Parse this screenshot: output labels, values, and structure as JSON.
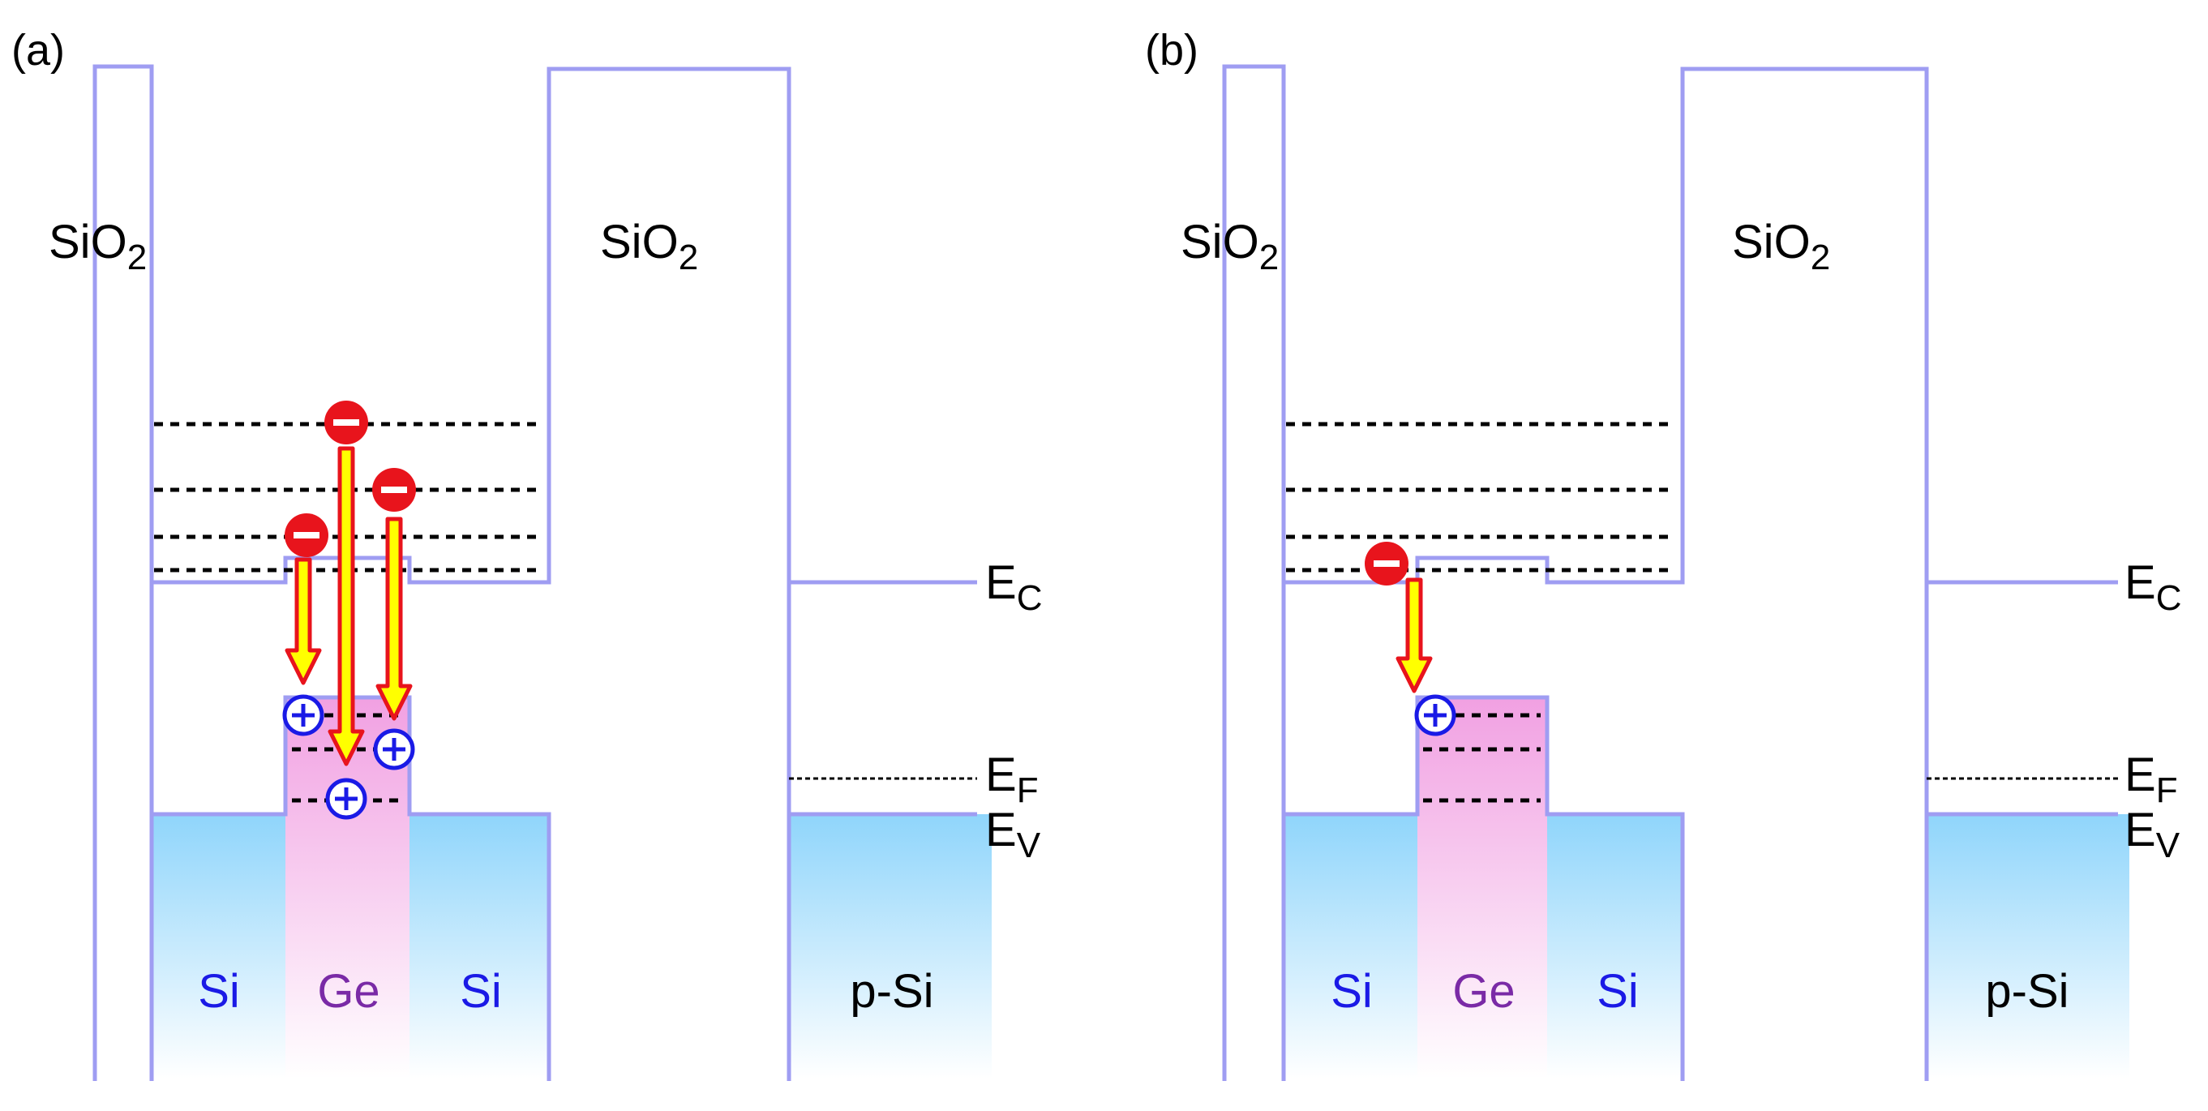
{
  "colors": {
    "band_line": "#9f9df2",
    "si_fill": "#90d6fb",
    "ge_fill": "#f3a6e6",
    "si_text": "#1a1ae6",
    "ge_text": "#7a2aa6",
    "electron": "#e8141c",
    "hole": "#1a1ae6",
    "arrow_fill": "#ffff00",
    "arrow_edge": "#e8141c"
  },
  "panels": [
    {
      "id": "a",
      "panel_label": "(a)",
      "oxide_left": {
        "text": "SiO",
        "sub": "2"
      },
      "oxide_right": {
        "text": "SiO",
        "sub": "2"
      },
      "region_si_left": "Si",
      "region_ge": "Ge",
      "region_si_right": "Si",
      "region_psi": "p-Si",
      "ec": {
        "text": "E",
        "sub": "C"
      },
      "ef": {
        "text": "E",
        "sub": "F"
      },
      "ev": {
        "text": "E",
        "sub": "V"
      },
      "transitions": 3
    },
    {
      "id": "b",
      "panel_label": "(b)",
      "oxide_left": {
        "text": "SiO",
        "sub": "2"
      },
      "oxide_right": {
        "text": "SiO",
        "sub": "2"
      },
      "region_si_left": "Si",
      "region_ge": "Ge",
      "region_si_right": "Si",
      "region_psi": "p-Si",
      "ec": {
        "text": "E",
        "sub": "C"
      },
      "ef": {
        "text": "E",
        "sub": "F"
      },
      "ev": {
        "text": "E",
        "sub": "V"
      },
      "transitions": 1
    }
  ]
}
